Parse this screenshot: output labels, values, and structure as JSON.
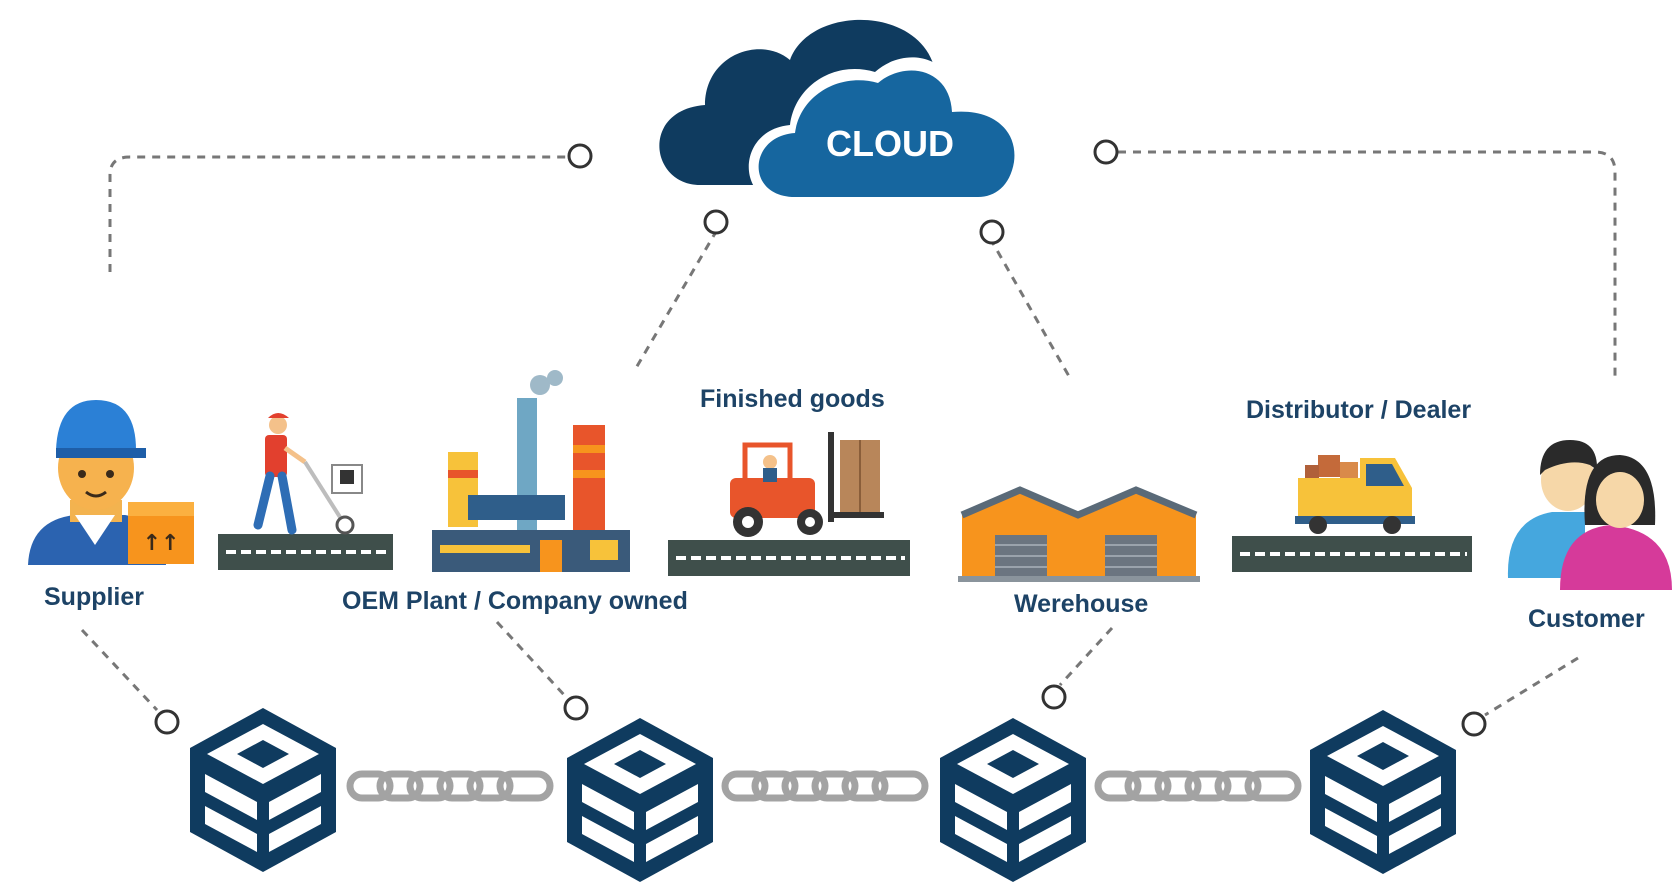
{
  "cloud": {
    "label": "CLOUD"
  },
  "nodes": {
    "supplier": "Supplier",
    "oem_plant": "OEM Plant / Company owned",
    "finished_goods": "Finished goods",
    "warehouse": "Werehouse",
    "distributor": "Distributor / Dealer",
    "customer": "Customer"
  },
  "colors": {
    "label_text": "#1d4366",
    "cloud_dark": "#0f3b5f",
    "cloud_light": "#16669f",
    "block_navy": "#0f3b5f",
    "road": "#3f4f4b",
    "orange": "#f7941d",
    "chain": "#a3a3a3",
    "dash": "#777777"
  }
}
